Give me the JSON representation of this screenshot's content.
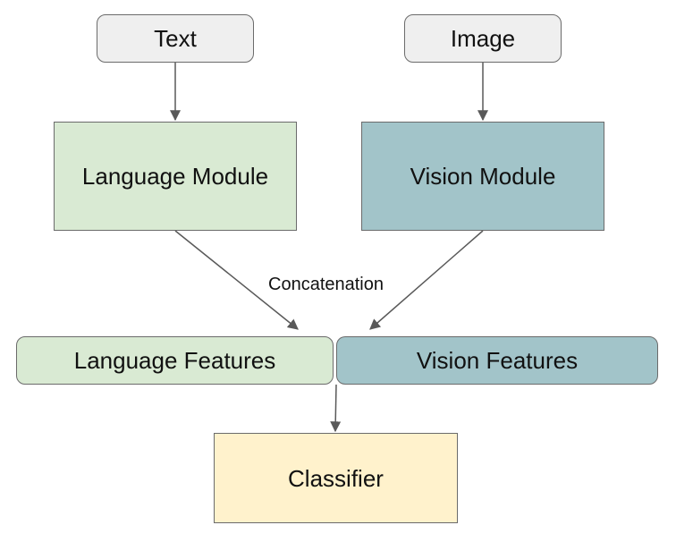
{
  "nodes": {
    "text": {
      "label": "Text",
      "fill": "#efefef"
    },
    "image": {
      "label": "Image",
      "fill": "#efefef"
    },
    "language_module": {
      "label": "Language Module",
      "fill": "#d9ead3"
    },
    "vision_module": {
      "label": "Vision Module",
      "fill": "#a2c4c9"
    },
    "language_features": {
      "label": "Language Features",
      "fill": "#d9ead3"
    },
    "vision_features": {
      "label": "Vision Features",
      "fill": "#a2c4c9"
    },
    "classifier": {
      "label": "Classifier",
      "fill": "#fff2cc"
    }
  },
  "edge_label": "Concatenation",
  "colors": {
    "stroke": "#595959",
    "border": "#6b6b6b"
  }
}
